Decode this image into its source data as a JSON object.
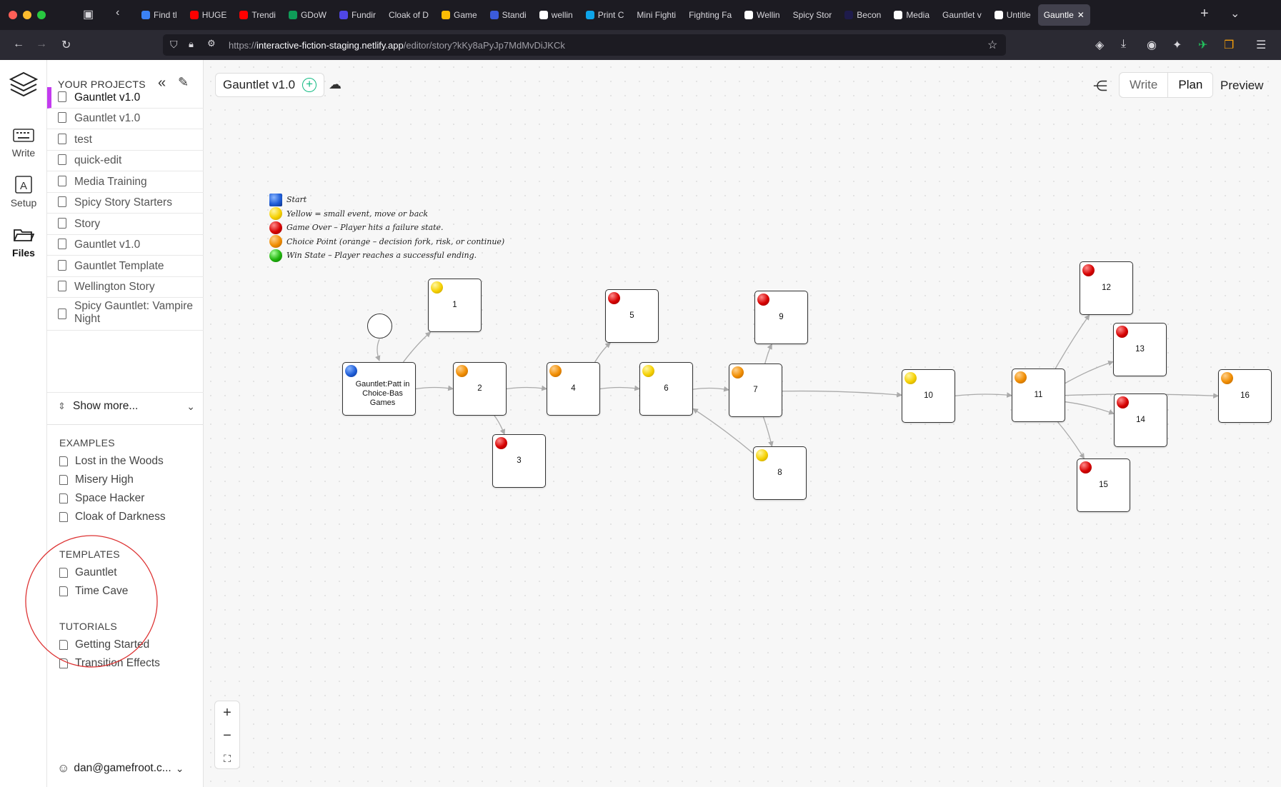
{
  "browser": {
    "tabs": [
      {
        "label": "Find tl",
        "color": "#3b82f6"
      },
      {
        "label": "HUGE",
        "color": "#ff0000"
      },
      {
        "label": "Trendi",
        "color": "#ff0000"
      },
      {
        "label": "GDoW",
        "color": "#0f9d58"
      },
      {
        "label": "Fundir",
        "color": "#4f46e5"
      },
      {
        "label": "Cloak of D",
        "color": ""
      },
      {
        "label": "Game",
        "color": "#fbbc05"
      },
      {
        "label": "Standi",
        "color": "#3b5bdb"
      },
      {
        "label": "wellin",
        "color": "#ffffff"
      },
      {
        "label": "Print C",
        "color": "#0ea5e9"
      },
      {
        "label": "Mini Fighti",
        "color": ""
      },
      {
        "label": "Fighting Fa",
        "color": ""
      },
      {
        "label": "Wellin",
        "color": "#ffffff"
      },
      {
        "label": "Spicy Stor",
        "color": ""
      },
      {
        "label": "Becon",
        "color": "#1e1b4b"
      },
      {
        "label": "Media",
        "color": "#ffffff"
      },
      {
        "label": "Gauntlet v",
        "color": ""
      },
      {
        "label": "Untitle",
        "color": "#ffffff"
      },
      {
        "label": "Gauntle",
        "color": ""
      }
    ],
    "url_prefix": "https://",
    "url_host": "interactive-fiction-staging.netlify.app",
    "url_path": "/editor/story?kKy8aPyJp7MdMvDiJKCk"
  },
  "rail": {
    "write": "Write",
    "setup": "Setup",
    "files": "Files"
  },
  "sidebar": {
    "heading": "YOUR PROJECTS",
    "projects": [
      "Gauntlet v1.0",
      "Gauntlet v1.0",
      "test",
      "quick-edit",
      "Media Training",
      "Spicy Story Starters",
      "Story",
      "Gauntlet v1.0",
      "Gauntlet Template",
      "Wellington Story",
      "Spicy Gauntlet: Vampire Night"
    ],
    "show_more": "Show more...",
    "examples_heading": "EXAMPLES",
    "examples": [
      "Lost in the Woods",
      "Misery High",
      "Space Hacker",
      "Cloak of Darkness"
    ],
    "templates_heading": "TEMPLATES",
    "templates": [
      "Gauntlet",
      "Time Cave"
    ],
    "tutorials_heading": "TUTORIALS",
    "tutorials": [
      "Getting Started",
      "Transition Effects"
    ],
    "user": "dan@gamefroot.c..."
  },
  "header": {
    "story_title": "Gauntlet v1.0",
    "modes": [
      "Write",
      "Plan",
      "Preview"
    ],
    "active_mode": "Plan"
  },
  "legend": [
    {
      "text": "Start",
      "color": "blue"
    },
    {
      "text": "Yellow = small event, move or back",
      "color": "yellow"
    },
    {
      "text": "Game Over – Player hits a failure state.",
      "color": "red"
    },
    {
      "text": "Choice Point (orange – decision fork, risk, or continue)",
      "color": "orange"
    },
    {
      "text": "Win State – Player reaches a successful ending.",
      "color": "green"
    }
  ],
  "nodes": [
    {
      "id": "start",
      "label": "Gauntlet:Patt in Choice-Bas Games",
      "ball": "blue"
    },
    {
      "id": "1",
      "label": "1",
      "ball": "yellow"
    },
    {
      "id": "2",
      "label": "2",
      "ball": "orange"
    },
    {
      "id": "3",
      "label": "3",
      "ball": "red"
    },
    {
      "id": "4",
      "label": "4",
      "ball": "orange"
    },
    {
      "id": "5",
      "label": "5",
      "ball": "red"
    },
    {
      "id": "6",
      "label": "6",
      "ball": "yellow"
    },
    {
      "id": "7",
      "label": "7",
      "ball": "orange"
    },
    {
      "id": "8",
      "label": "8",
      "ball": "yellow"
    },
    {
      "id": "9",
      "label": "9",
      "ball": "red"
    },
    {
      "id": "10",
      "label": "10",
      "ball": "yellow"
    },
    {
      "id": "11",
      "label": "11",
      "ball": "orange"
    },
    {
      "id": "12",
      "label": "12",
      "ball": "red"
    },
    {
      "id": "13",
      "label": "13",
      "ball": "red"
    },
    {
      "id": "14",
      "label": "14",
      "ball": "red"
    },
    {
      "id": "15",
      "label": "15",
      "ball": "red"
    },
    {
      "id": "16",
      "label": "16",
      "ball": "orange"
    }
  ],
  "edges": [
    [
      "start",
      "1"
    ],
    [
      "start",
      "2"
    ],
    [
      "2",
      "3"
    ],
    [
      "2",
      "4"
    ],
    [
      "4",
      "5"
    ],
    [
      "4",
      "6"
    ],
    [
      "8",
      "6"
    ],
    [
      "6",
      "7"
    ],
    [
      "7",
      "9"
    ],
    [
      "7",
      "8"
    ],
    [
      "7",
      "10"
    ],
    [
      "10",
      "11"
    ],
    [
      "11",
      "12"
    ],
    [
      "11",
      "13"
    ],
    [
      "11",
      "14"
    ],
    [
      "11",
      "15"
    ],
    [
      "11",
      "16"
    ]
  ],
  "zoom": {
    "in": "+",
    "out": "−",
    "fit": "⛶"
  }
}
